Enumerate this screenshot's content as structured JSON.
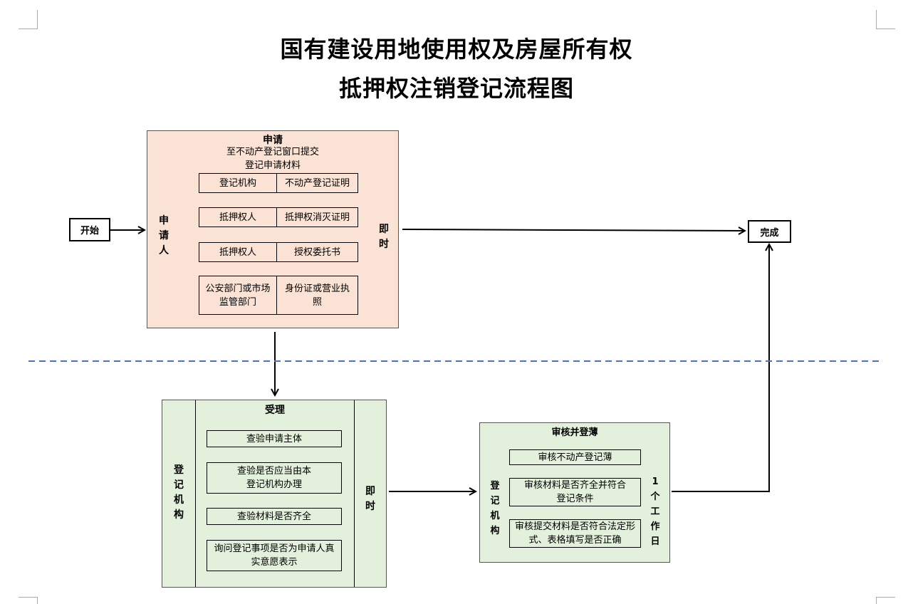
{
  "title": {
    "line1": "国有建设用地使用权及房屋所有权",
    "line2": "抵押权注销登记流程图"
  },
  "start": "开始",
  "finish": "完成",
  "apply": {
    "header": "申请",
    "sub1": "至不动产登记窗口提交",
    "sub2": "登记申请材料",
    "role": "申请人",
    "timing": "即时",
    "materials": [
      {
        "who": "登记机构",
        "what": "不动产登记证明"
      },
      {
        "who": "抵押权人",
        "what": "抵押权消灭证明"
      },
      {
        "who": "抵押权人",
        "what": "授权委托书"
      },
      {
        "who": "公安部门或市场监管部门",
        "what": "身份证或营业执照"
      }
    ]
  },
  "accept": {
    "header": "受理",
    "role": "登记机构",
    "timing": "即时",
    "steps": [
      "查验申请主体",
      "查验是否应当由本登记机构办理",
      "查验材料是否齐全",
      "询问登记事项是否为申请人真实意愿表示"
    ]
  },
  "review": {
    "header": "审核并登薄",
    "role": "登记机构",
    "timing": "1个工作日",
    "steps": [
      "审核不动产登记薄",
      "审核材料是否齐全并符合登记条件",
      "审核提交材料是否符合法定形式、表格填写是否正确"
    ]
  },
  "colors": {
    "apply_bg": "#fae3d4",
    "proc_bg": "#e3f1dc",
    "divider": "#4a72c4"
  }
}
